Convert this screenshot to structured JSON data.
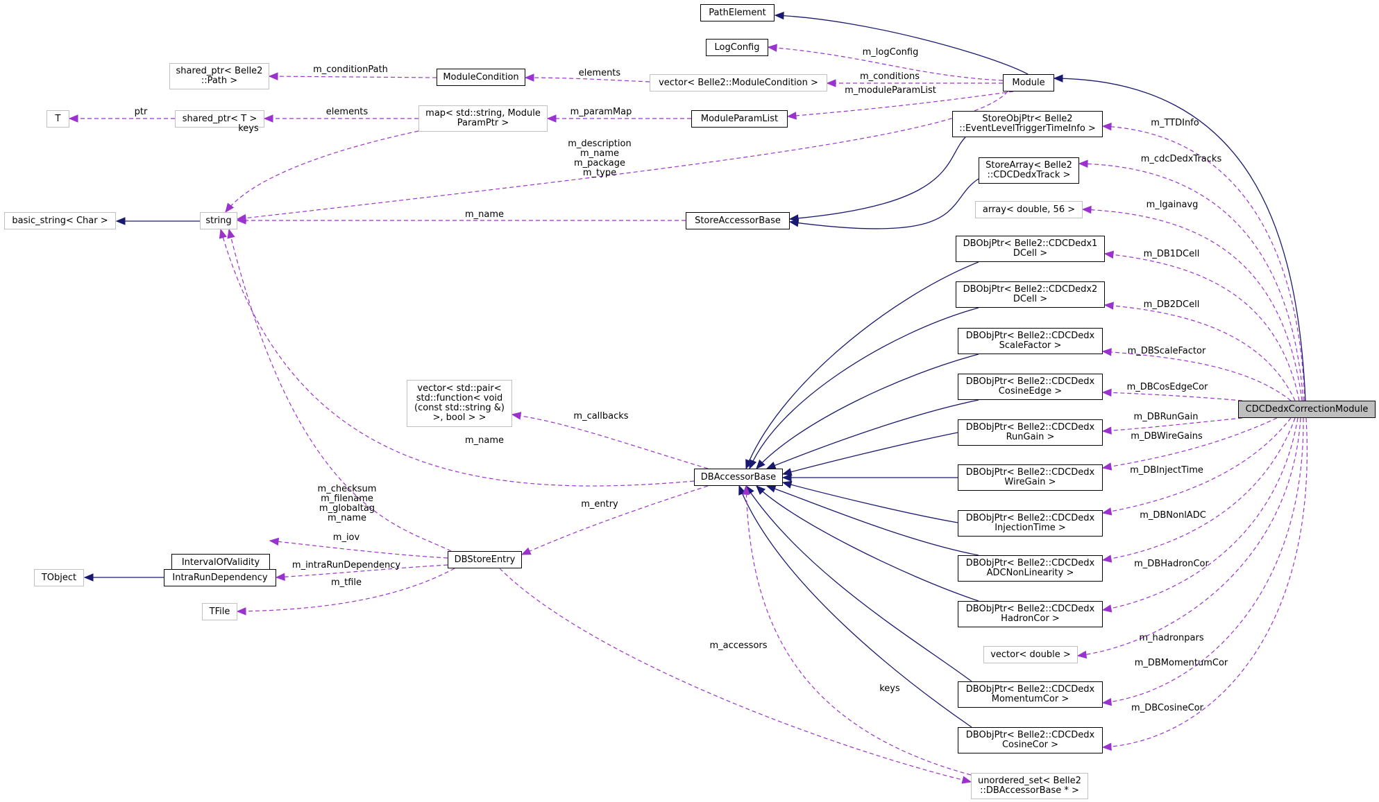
{
  "colors": {
    "inheritance": "#191970",
    "usage": "#9a32cd",
    "focus_fill": "#bfbfbf",
    "grey_border": "#bfbfbf"
  },
  "nodes": [
    {
      "id": "PathElement",
      "lines": [
        "PathElement"
      ],
      "style": "solid"
    },
    {
      "id": "LogConfig",
      "lines": [
        "LogConfig"
      ],
      "style": "solid"
    },
    {
      "id": "Module",
      "lines": [
        "Module"
      ],
      "style": "solid"
    },
    {
      "id": "CDCDedxCorrectionModule",
      "lines": [
        "CDCDedxCorrectionModule"
      ],
      "style": "focus"
    },
    {
      "id": "shared_ptr_path",
      "lines": [
        "shared_ptr< Belle2",
        "::Path >"
      ],
      "style": "grey"
    },
    {
      "id": "ModuleCondition",
      "lines": [
        "ModuleCondition"
      ],
      "style": "solid"
    },
    {
      "id": "vector_modcond",
      "lines": [
        "vector< Belle2::ModuleCondition >"
      ],
      "style": "grey"
    },
    {
      "id": "T",
      "lines": [
        "T"
      ],
      "style": "grey"
    },
    {
      "id": "shared_ptr_T",
      "lines": [
        "shared_ptr< T >"
      ],
      "style": "grey"
    },
    {
      "id": "map_param",
      "lines": [
        "map< std::string, Module",
        "ParamPtr >"
      ],
      "style": "grey"
    },
    {
      "id": "ModuleParamList",
      "lines": [
        "ModuleParamList"
      ],
      "style": "solid"
    },
    {
      "id": "StoreObjPtr_TTD",
      "lines": [
        "StoreObjPtr< Belle2",
        "::EventLevelTriggerTimeInfo >"
      ],
      "style": "solid"
    },
    {
      "id": "StoreArray_CDCDedxTrack",
      "lines": [
        "StoreArray< Belle2",
        "::CDCDedxTrack >"
      ],
      "style": "solid"
    },
    {
      "id": "basic_string",
      "lines": [
        "basic_string< Char >"
      ],
      "style": "grey"
    },
    {
      "id": "string",
      "lines": [
        "string"
      ],
      "style": "grey"
    },
    {
      "id": "StoreAccessorBase",
      "lines": [
        "StoreAccessorBase"
      ],
      "style": "solid"
    },
    {
      "id": "array_double",
      "lines": [
        "array< double, 56 >"
      ],
      "style": "grey"
    },
    {
      "id": "DB1DCell",
      "lines": [
        "DBObjPtr< Belle2::CDCDedx1",
        "DCell >"
      ],
      "style": "solid"
    },
    {
      "id": "DB2DCell",
      "lines": [
        "DBObjPtr< Belle2::CDCDedx2",
        "DCell >"
      ],
      "style": "solid"
    },
    {
      "id": "DBScaleFactor",
      "lines": [
        "DBObjPtr< Belle2::CDCDedx",
        "ScaleFactor >"
      ],
      "style": "solid"
    },
    {
      "id": "DBCosineEdge",
      "lines": [
        "DBObjPtr< Belle2::CDCDedx",
        "CosineEdge >"
      ],
      "style": "solid"
    },
    {
      "id": "DBRunGain",
      "lines": [
        "DBObjPtr< Belle2::CDCDedx",
        "RunGain >"
      ],
      "style": "solid"
    },
    {
      "id": "DBWireGain",
      "lines": [
        "DBObjPtr< Belle2::CDCDedx",
        "WireGain >"
      ],
      "style": "solid"
    },
    {
      "id": "DBInjectionTime",
      "lines": [
        "DBObjPtr< Belle2::CDCDedx",
        "InjectionTime >"
      ],
      "style": "solid"
    },
    {
      "id": "DBADCNonLinearity",
      "lines": [
        "DBObjPtr< Belle2::CDCDedx",
        "ADCNonLinearity >"
      ],
      "style": "solid"
    },
    {
      "id": "DBHadronCor",
      "lines": [
        "DBObjPtr< Belle2::CDCDedx",
        "HadronCor >"
      ],
      "style": "solid"
    },
    {
      "id": "vector_double",
      "lines": [
        "vector< double >"
      ],
      "style": "grey"
    },
    {
      "id": "DBMomentumCor",
      "lines": [
        "DBObjPtr< Belle2::CDCDedx",
        "MomentumCor >"
      ],
      "style": "solid"
    },
    {
      "id": "DBCosineCor",
      "lines": [
        "DBObjPtr< Belle2::CDCDedx",
        "CosineCor >"
      ],
      "style": "solid"
    },
    {
      "id": "vector_callbacks",
      "lines": [
        "vector< std::pair<",
        "std::function< void",
        "(const std::string &)",
        ">, bool > >"
      ],
      "style": "grey"
    },
    {
      "id": "DBAccessorBase",
      "lines": [
        "DBAccessorBase"
      ],
      "style": "solid"
    },
    {
      "id": "IntervalOfValidity",
      "lines": [
        "IntervalOfValidity"
      ],
      "style": "solid"
    },
    {
      "id": "DBStoreEntry",
      "lines": [
        "DBStoreEntry"
      ],
      "style": "solid"
    },
    {
      "id": "TObject",
      "lines": [
        "TObject"
      ],
      "style": "grey"
    },
    {
      "id": "IntraRunDependency",
      "lines": [
        "IntraRunDependency"
      ],
      "style": "solid"
    },
    {
      "id": "TFile",
      "lines": [
        "TFile"
      ],
      "style": "grey"
    },
    {
      "id": "unordered_set",
      "lines": [
        "unordered_set< Belle2",
        "::DBAccessorBase * >"
      ],
      "style": "grey"
    }
  ],
  "edges": [
    {
      "kind": "inherit",
      "from": "Module",
      "to": "PathElement"
    },
    {
      "kind": "inherit",
      "from": "CDCDedxCorrectionModule",
      "to": "Module"
    },
    {
      "kind": "inherit",
      "from": "string",
      "to": "basic_string"
    },
    {
      "kind": "inherit",
      "from": "StoreObjPtr_TTD",
      "to": "StoreAccessorBase"
    },
    {
      "kind": "inherit",
      "from": "StoreArray_CDCDedxTrack",
      "to": "StoreAccessorBase"
    },
    {
      "kind": "inherit",
      "from": "IntraRunDependency",
      "to": "TObject"
    },
    {
      "kind": "inherit",
      "from": "DB1DCell",
      "to": "DBAccessorBase"
    },
    {
      "kind": "inherit",
      "from": "DB2DCell",
      "to": "DBAccessorBase"
    },
    {
      "kind": "inherit",
      "from": "DBScaleFactor",
      "to": "DBAccessorBase"
    },
    {
      "kind": "inherit",
      "from": "DBCosineEdge",
      "to": "DBAccessorBase"
    },
    {
      "kind": "inherit",
      "from": "DBRunGain",
      "to": "DBAccessorBase"
    },
    {
      "kind": "inherit",
      "from": "DBWireGain",
      "to": "DBAccessorBase"
    },
    {
      "kind": "inherit",
      "from": "DBInjectionTime",
      "to": "DBAccessorBase"
    },
    {
      "kind": "inherit",
      "from": "DBADCNonLinearity",
      "to": "DBAccessorBase"
    },
    {
      "kind": "inherit",
      "from": "DBHadronCor",
      "to": "DBAccessorBase"
    },
    {
      "kind": "inherit",
      "from": "DBMomentumCor",
      "to": "DBAccessorBase"
    },
    {
      "kind": "inherit",
      "from": "DBCosineCor",
      "to": "DBAccessorBase"
    },
    {
      "kind": "use",
      "from": "Module",
      "to": "LogConfig",
      "label": "m_logConfig"
    },
    {
      "kind": "use",
      "from": "Module",
      "to": "vector_modcond",
      "label": "m_conditions"
    },
    {
      "kind": "use",
      "from": "Module",
      "to": "ModuleParamList",
      "label": "m_moduleParamList"
    },
    {
      "kind": "use",
      "from": "Module",
      "to": "string",
      "label": "m_description\nm_name\nm_package\nm_type"
    },
    {
      "kind": "use",
      "from": "ModuleCondition",
      "to": "shared_ptr_path",
      "label": "m_conditionPath"
    },
    {
      "kind": "use",
      "from": "vector_modcond",
      "to": "ModuleCondition",
      "label": "elements"
    },
    {
      "kind": "use",
      "from": "shared_ptr_T",
      "to": "T",
      "label": "ptr"
    },
    {
      "kind": "use",
      "from": "map_param",
      "to": "shared_ptr_T",
      "label": "elements"
    },
    {
      "kind": "use",
      "from": "map_param",
      "to": "string",
      "label": "keys"
    },
    {
      "kind": "use",
      "from": "ModuleParamList",
      "to": "map_param",
      "label": "m_paramMap"
    },
    {
      "kind": "use",
      "from": "StoreAccessorBase",
      "to": "string",
      "label": "m_name"
    },
    {
      "kind": "use",
      "from": "DBAccessorBase",
      "to": "string",
      "label": "m_name"
    },
    {
      "kind": "use",
      "from": "DBStoreEntry",
      "to": "string",
      "label": "m_checksum\nm_filename\nm_globaltag\nm_name"
    },
    {
      "kind": "use",
      "from": "DBAccessorBase",
      "to": "vector_callbacks",
      "label": "m_callbacks"
    },
    {
      "kind": "use",
      "from": "DBAccessorBase",
      "to": "DBStoreEntry",
      "label": "m_entry"
    },
    {
      "kind": "use",
      "from": "DBStoreEntry",
      "to": "IntervalOfValidity",
      "label": "m_iov"
    },
    {
      "kind": "use",
      "from": "DBStoreEntry",
      "to": "IntraRunDependency",
      "label": "m_intraRunDependency"
    },
    {
      "kind": "use",
      "from": "DBStoreEntry",
      "to": "TFile",
      "label": "m_tfile"
    },
    {
      "kind": "use",
      "from": "DBStoreEntry",
      "to": "unordered_set",
      "label": "m_accessors"
    },
    {
      "kind": "use",
      "from": "unordered_set",
      "to": "DBAccessorBase",
      "label": "keys"
    },
    {
      "kind": "use",
      "from": "CDCDedxCorrectionModule",
      "to": "StoreObjPtr_TTD",
      "label": "m_TTDInfo"
    },
    {
      "kind": "use",
      "from": "CDCDedxCorrectionModule",
      "to": "StoreArray_CDCDedxTrack",
      "label": "m_cdcDedxTracks"
    },
    {
      "kind": "use",
      "from": "CDCDedxCorrectionModule",
      "to": "array_double",
      "label": "m_lgainavg"
    },
    {
      "kind": "use",
      "from": "CDCDedxCorrectionModule",
      "to": "DB1DCell",
      "label": "m_DB1DCell"
    },
    {
      "kind": "use",
      "from": "CDCDedxCorrectionModule",
      "to": "DB2DCell",
      "label": "m_DB2DCell"
    },
    {
      "kind": "use",
      "from": "CDCDedxCorrectionModule",
      "to": "DBScaleFactor",
      "label": "m_DBScaleFactor"
    },
    {
      "kind": "use",
      "from": "CDCDedxCorrectionModule",
      "to": "DBCosineEdge",
      "label": "m_DBCosEdgeCor"
    },
    {
      "kind": "use",
      "from": "CDCDedxCorrectionModule",
      "to": "DBRunGain",
      "label": "m_DBRunGain"
    },
    {
      "kind": "use",
      "from": "CDCDedxCorrectionModule",
      "to": "DBWireGain",
      "label": "m_DBWireGains"
    },
    {
      "kind": "use",
      "from": "CDCDedxCorrectionModule",
      "to": "DBInjectionTime",
      "label": "m_DBInjectTime"
    },
    {
      "kind": "use",
      "from": "CDCDedxCorrectionModule",
      "to": "DBADCNonLinearity",
      "label": "m_DBNonlADC"
    },
    {
      "kind": "use",
      "from": "CDCDedxCorrectionModule",
      "to": "DBHadronCor",
      "label": "m_DBHadronCor"
    },
    {
      "kind": "use",
      "from": "CDCDedxCorrectionModule",
      "to": "vector_double",
      "label": "m_hadronpars"
    },
    {
      "kind": "use",
      "from": "CDCDedxCorrectionModule",
      "to": "DBMomentumCor",
      "label": "m_DBMomentumCor"
    },
    {
      "kind": "use",
      "from": "CDCDedxCorrectionModule",
      "to": "DBCosineCor",
      "label": "m_DBCosineCor"
    }
  ]
}
